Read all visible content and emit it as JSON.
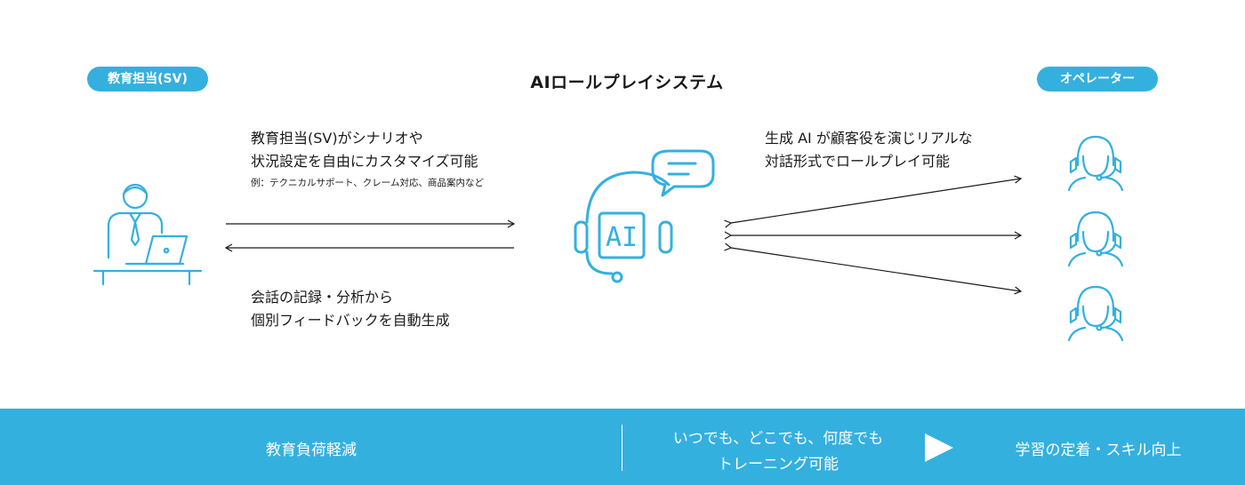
{
  "labels": {
    "left_role": "教育担当(SV)",
    "title": "AIロールプレイシステム",
    "right_role": "オペレーター"
  },
  "left_desc": {
    "line1": "教育担当(SV)がシナリオや",
    "line2": "状況設定を自由にカスタマイズ可能",
    "example": "例：テクニカルサポート、クレーム対応、商品案内など"
  },
  "bottom_desc": {
    "line1": "会話の記録・分析から",
    "line2": "個別フィードバックを自動生成"
  },
  "right_desc": {
    "line1": "生成 AI が顧客役を演じリアルな",
    "line2": "対話形式でロールプレイ可能"
  },
  "ai_badge": "AI",
  "footer": {
    "left": "教育負荷軽減",
    "mid_line1": "いつでも、どこでも、何度でも",
    "mid_line2": "トレーニング可能",
    "right": "学習の定着・スキル向上"
  },
  "colors": {
    "accent": "#34b0df",
    "ink": "#1a1a1a"
  },
  "icons": [
    "sv-person-icon",
    "ai-headset-icon",
    "chat-bubble-icon",
    "operator-headset-icon"
  ]
}
